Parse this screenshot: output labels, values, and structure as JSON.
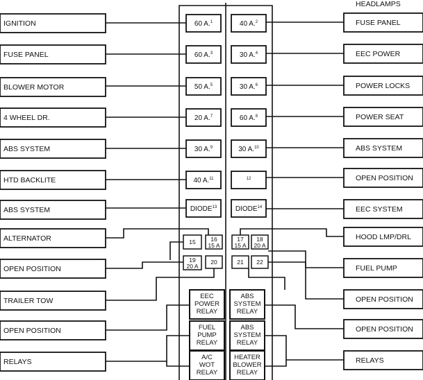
{
  "left_labels": [
    "IGNITION",
    "FUSE PANEL",
    "BLOWER MOTOR",
    "4 WHEEL DR.",
    "ABS SYSTEM",
    "HTD BACKLITE",
    "ABS SYSTEM",
    "ALTERNATOR",
    "OPEN POSITION",
    "TRAILER TOW",
    "OPEN POSITION",
    "RELAYS"
  ],
  "right_top_label": "HEADLAMPS",
  "right_labels": [
    "FUSE PANEL",
    "EEC POWER",
    "POWER LOCKS",
    "POWER SEAT",
    "ABS SYSTEM",
    "OPEN POSITION",
    "EEC SYSTEM",
    "HOOD LMP/DRL",
    "FUEL PUMP",
    "OPEN POSITION",
    "OPEN POSITION",
    "RELAYS"
  ],
  "fuses_left": [
    {
      "text": "60 A.",
      "num": "1"
    },
    {
      "text": "60 A.",
      "num": "3"
    },
    {
      "text": "50 A.",
      "num": "5"
    },
    {
      "text": "20 A.",
      "num": "7"
    },
    {
      "text": "30 A.",
      "num": "9"
    },
    {
      "text": "40 A.",
      "num": "11"
    },
    {
      "text": "DIODE",
      "num": "13"
    }
  ],
  "fuses_right": [
    {
      "text": "40 A.",
      "num": "2"
    },
    {
      "text": "30 A.",
      "num": "4"
    },
    {
      "text": "30 A.",
      "num": "6"
    },
    {
      "text": "60 A.",
      "num": "8"
    },
    {
      "text": "30 A.",
      "num": "10"
    },
    {
      "text": "",
      "num": "12"
    },
    {
      "text": "DIODE",
      "num": "14"
    }
  ],
  "mini_fuses": {
    "f15": {
      "num": "15",
      "text": ""
    },
    "f16": {
      "num": "16",
      "text": "15 A"
    },
    "f17": {
      "num": "17",
      "text": "15 A"
    },
    "f18": {
      "num": "18",
      "text": "20 A"
    },
    "f19": {
      "num": "19",
      "text": "20 A"
    },
    "f20": {
      "num": "20",
      "text": ""
    },
    "f21": {
      "num": "21",
      "text": ""
    },
    "f22": {
      "num": "22",
      "text": ""
    }
  },
  "relays_left": [
    [
      "EEC",
      "POWER",
      "RELAY"
    ],
    [
      "FUEL",
      "PUMP",
      "RELAY"
    ],
    [
      "A/C",
      "WOT",
      "RELAY"
    ]
  ],
  "relays_right": [
    [
      "ABS",
      "SYSTEM",
      "RELAY"
    ],
    [
      "ABS",
      "SYSTEM",
      "RELAY"
    ],
    [
      "HEATER",
      "BLOWER",
      "RELAY"
    ]
  ]
}
